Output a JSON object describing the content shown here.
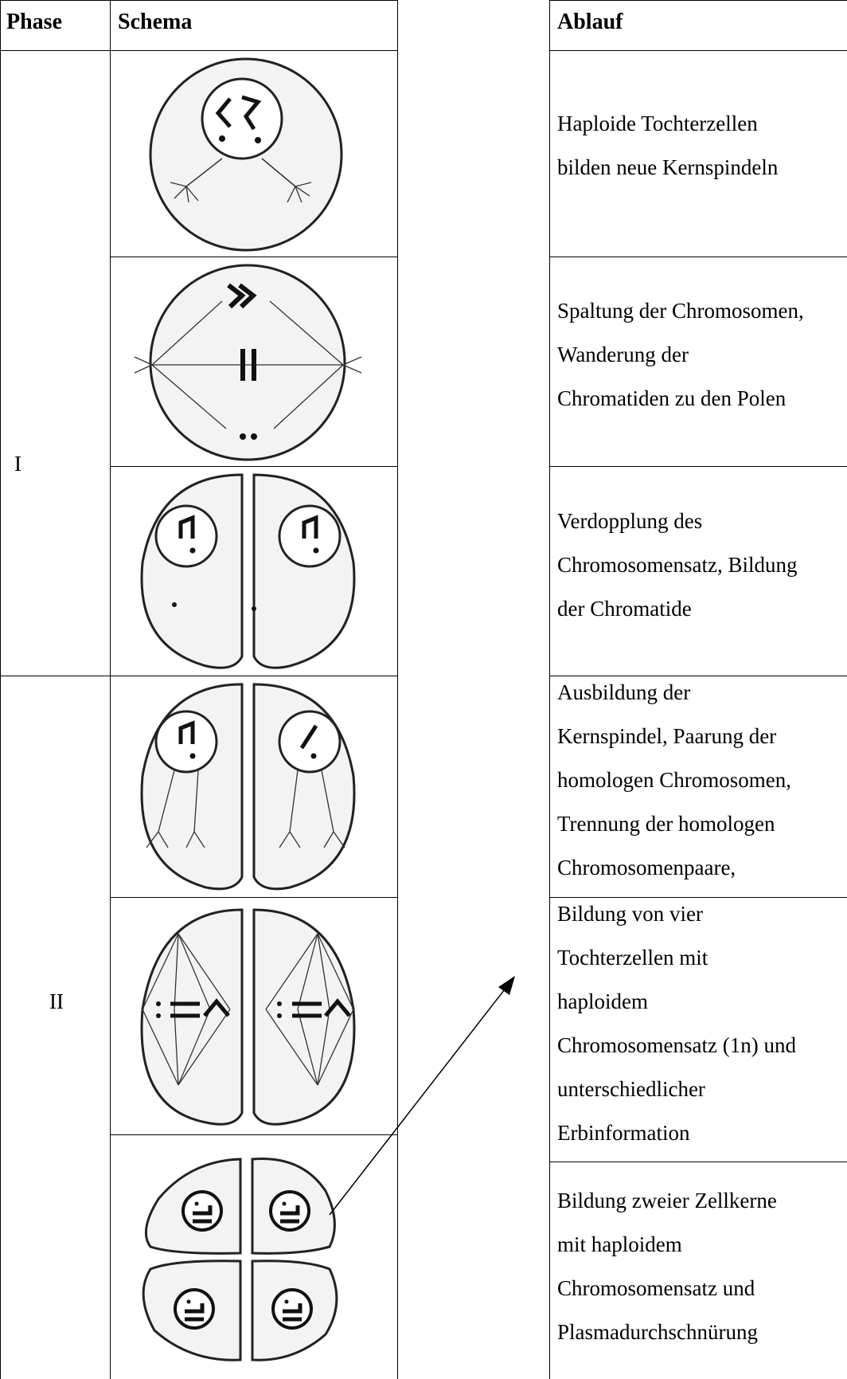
{
  "table": {
    "headers": {
      "phase": "Phase",
      "schema": "Schema",
      "ablauf": "Ablauf"
    },
    "phases": {
      "one": "I",
      "two": "II"
    },
    "rows": [
      {
        "lines": [
          "Haploide Tochterzellen",
          "bilden neue Kernspindeln"
        ]
      },
      {
        "lines": [
          "Spaltung der Chromosomen,",
          "Wanderung der",
          "Chromatiden zu den Polen"
        ]
      },
      {
        "lines": [
          "Verdopplung des",
          "Chromosomensatz, Bildung",
          "der Chromatide"
        ]
      },
      {
        "lines": [
          "Ausbildung der",
          "Kernspindel, Paarung der",
          "homologen Chromosomen,",
          "Trennung der homologen",
          "Chromosomenpaare,"
        ]
      },
      {
        "lines": [
          "Bildung von vier",
          "Tochterzellen mit",
          "haploidem",
          "Chromosomensatz (1n) und",
          "unterschiedlicher",
          "Erbinformation"
        ]
      },
      {
        "lines": [
          "Bildung zweier Zellkerne",
          "mit haploidem",
          "Chromosomensatz und",
          "Plasmadurchschnürung"
        ]
      }
    ]
  }
}
